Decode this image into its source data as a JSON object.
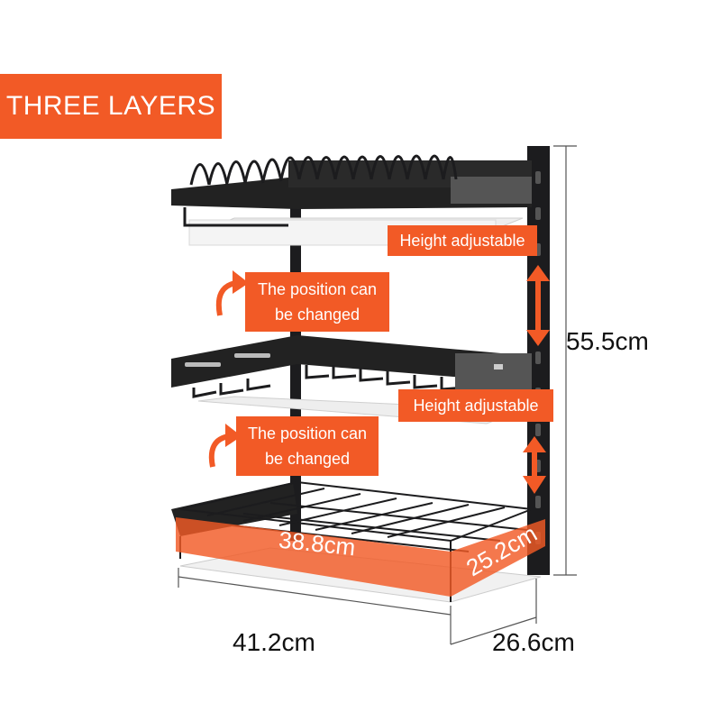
{
  "banner": {
    "title": "THREE LAYERS"
  },
  "labels": {
    "height_top": "Height adjustable",
    "height_mid": "Height adjustable",
    "position_upper": {
      "line1": "The position can",
      "line2": "be changed"
    },
    "position_lower": {
      "line1": "The position can",
      "line2": "be changed"
    }
  },
  "dimensions": {
    "height": "55.5cm",
    "width": "41.2cm",
    "depth": "26.6cm",
    "basket_width": "38.8cm",
    "basket_depth": "25.2cm"
  },
  "colors": {
    "accent": "#f25a26",
    "rack": "#1c1c1e",
    "tray": "#f1f1f1"
  }
}
